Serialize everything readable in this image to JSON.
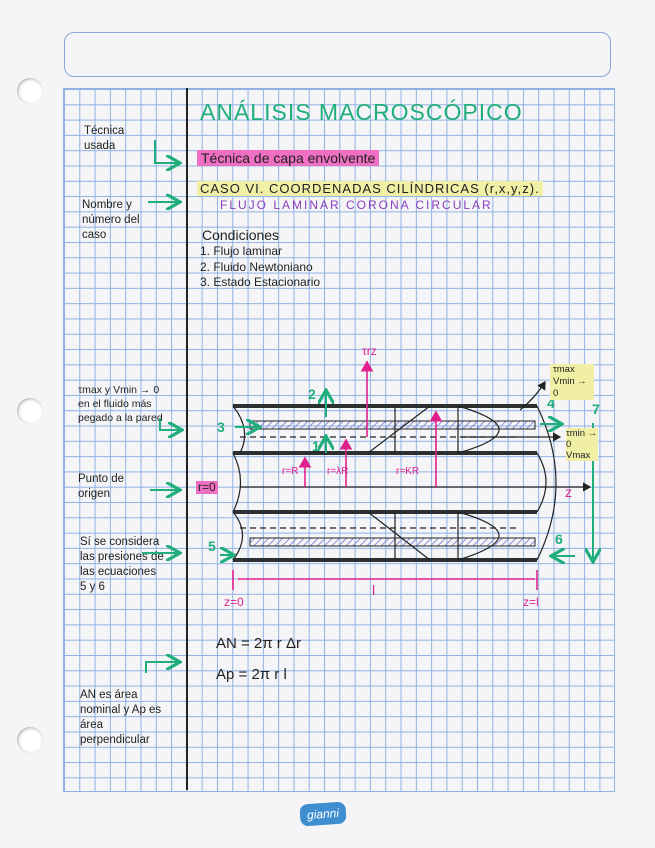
{
  "title": "ANÁLISIS MACROSCÓPICO",
  "technique": "Técnica de capa envolvente",
  "case_title": "CASO VI. COORDENADAS CILÍNDRICAS (r,x,y,z).",
  "case_subtitle": "FLUJO LAMINAR CORONA CIRCULAR",
  "conditions": {
    "heading": "Condiciones",
    "items": [
      "1. Flujo laminar",
      "2. Fluido Newtoniano",
      "3. Estado Estacionario"
    ]
  },
  "side_notes": {
    "technique_used": "Técnica usada",
    "case_name": "Nombre y número del caso",
    "tau_max": "τmax y Vmin → 0 en el fluido más pegado a la pared",
    "origin": "Punto de origen",
    "pressures": "Sí se considera las presiones de las ecuaciones 5 y 6",
    "areas": "AN es área nominal y Ap es área perpendicular"
  },
  "diagram": {
    "tau_rz": "τrz",
    "r0": "r=0",
    "r_R": "r=R",
    "r_lambdaR": "r=λR",
    "r_kR": "r=KR",
    "z_axis": "z",
    "length": "l",
    "z0": "z=0",
    "zl": "z=l",
    "labels": [
      "1",
      "2",
      "3",
      "4",
      "5",
      "6",
      "7"
    ],
    "tau_max_note": "τmax Vmin → 0",
    "tau_min_note": "τmin → 0 Vmax"
  },
  "equations": [
    "AN = 2π r Δr",
    "Ap = 2π r l"
  ],
  "logo": "gianni",
  "colors": {
    "grid": "#7ea6e0",
    "green": "#1fae7c",
    "pink": "#e0208c",
    "purple": "#8a3fc0",
    "highlight_pink": "#ef6fc2",
    "highlight_yellow": "#f1efa6"
  }
}
